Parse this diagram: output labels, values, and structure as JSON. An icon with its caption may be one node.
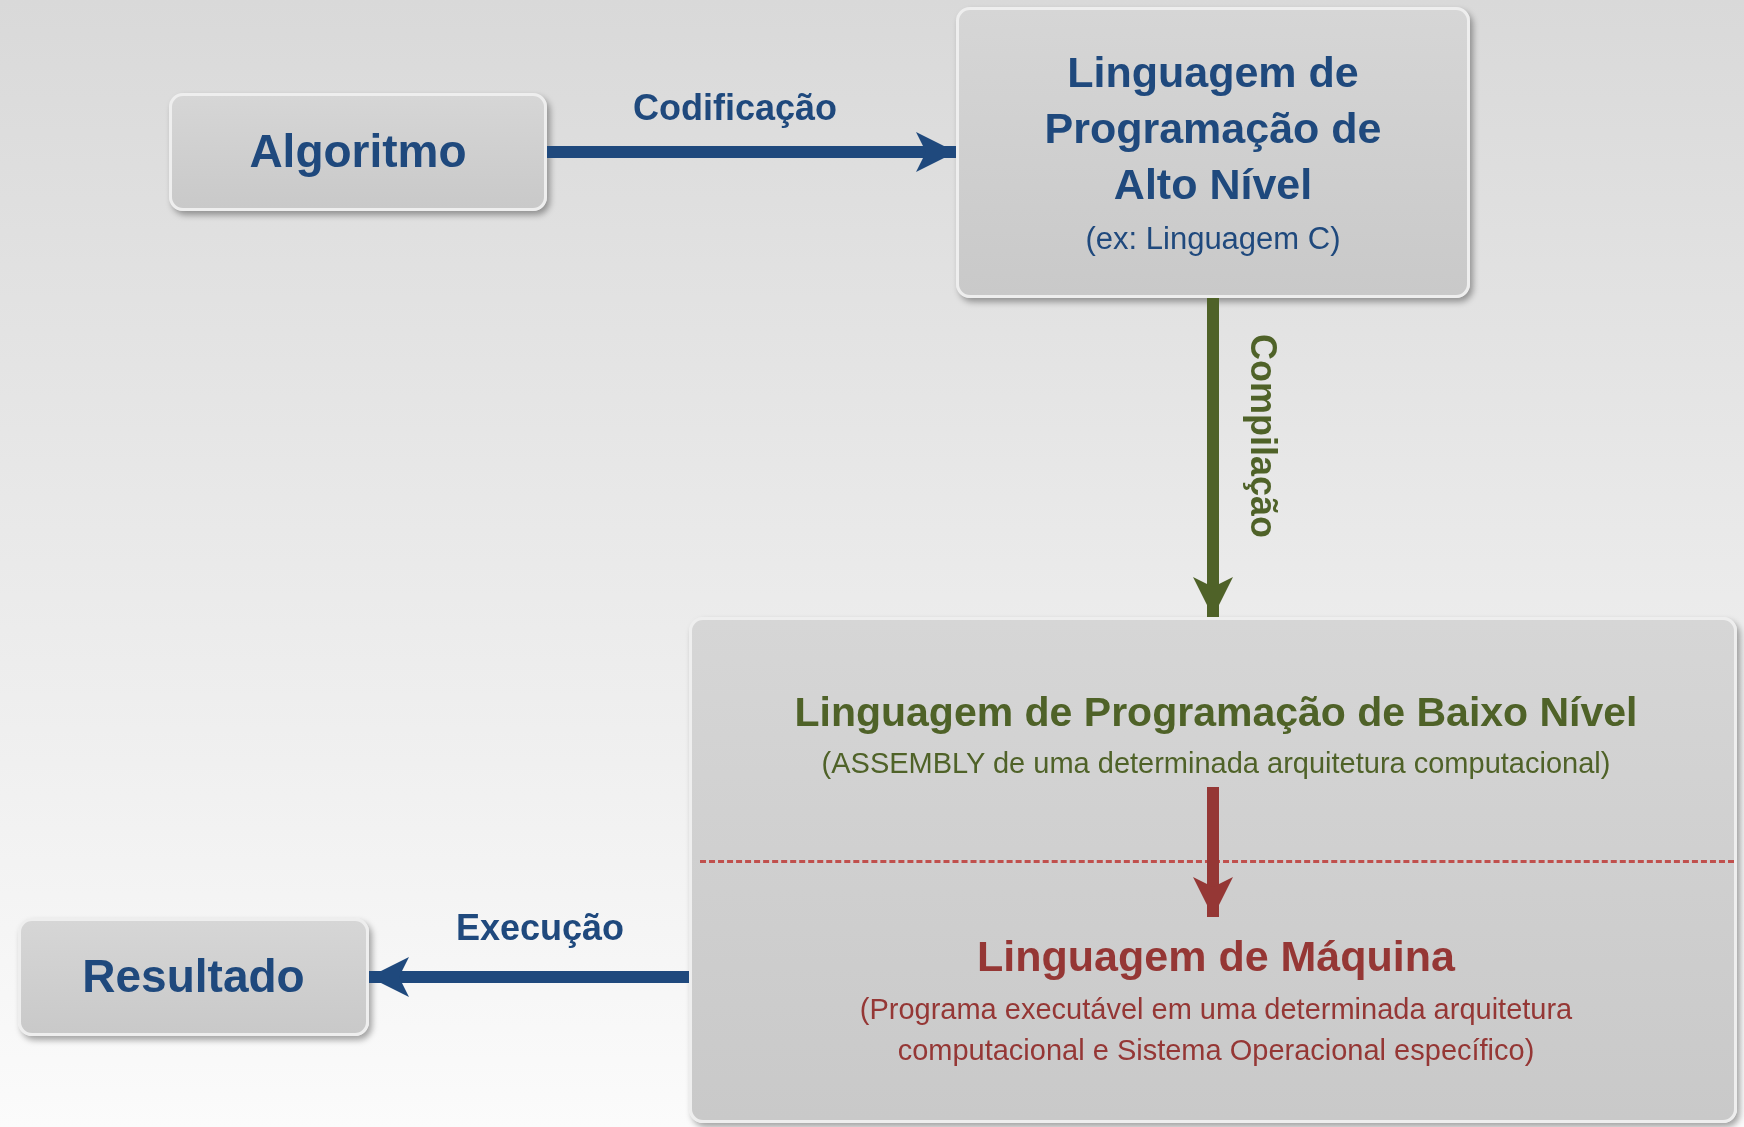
{
  "diagram": {
    "nodes": [
      {
        "text": [
          "Algoritmo"
        ]
      },
      {
        "text": [
          "Linguagem de Programação de Alto Nível",
          "(ex: Linguagem C)"
        ]
      },
      {
        "text": [],
        "shape": "box"
      },
      {
        "text": [
          "Linguagem de Programação de Baixo Nível",
          "(ASSEMBLY de uma determinada arquitetura computacional)"
        ],
        "in": 2
      },
      {
        "text": [
          "Linguagem de Máquina",
          "(Programa executável em uma determinada arquitetura computacional e Sistema Operacional específico)"
        ],
        "in": 2
      },
      {
        "text": [
          "Resultado"
        ]
      }
    ],
    "edges": [
      {
        "from": 0,
        "to": 1,
        "arrow": "to",
        "label": "Codificação"
      },
      {
        "from": 1,
        "to": 2,
        "arrow": "to",
        "label": "Compilação",
        "color": "#4f6228"
      },
      {
        "from": 3,
        "to": 4,
        "arrow": "to",
        "color": "#953735"
      },
      {
        "from": 2,
        "to": 5,
        "arrow": "to",
        "label": "Execução"
      }
    ]
  }
}
